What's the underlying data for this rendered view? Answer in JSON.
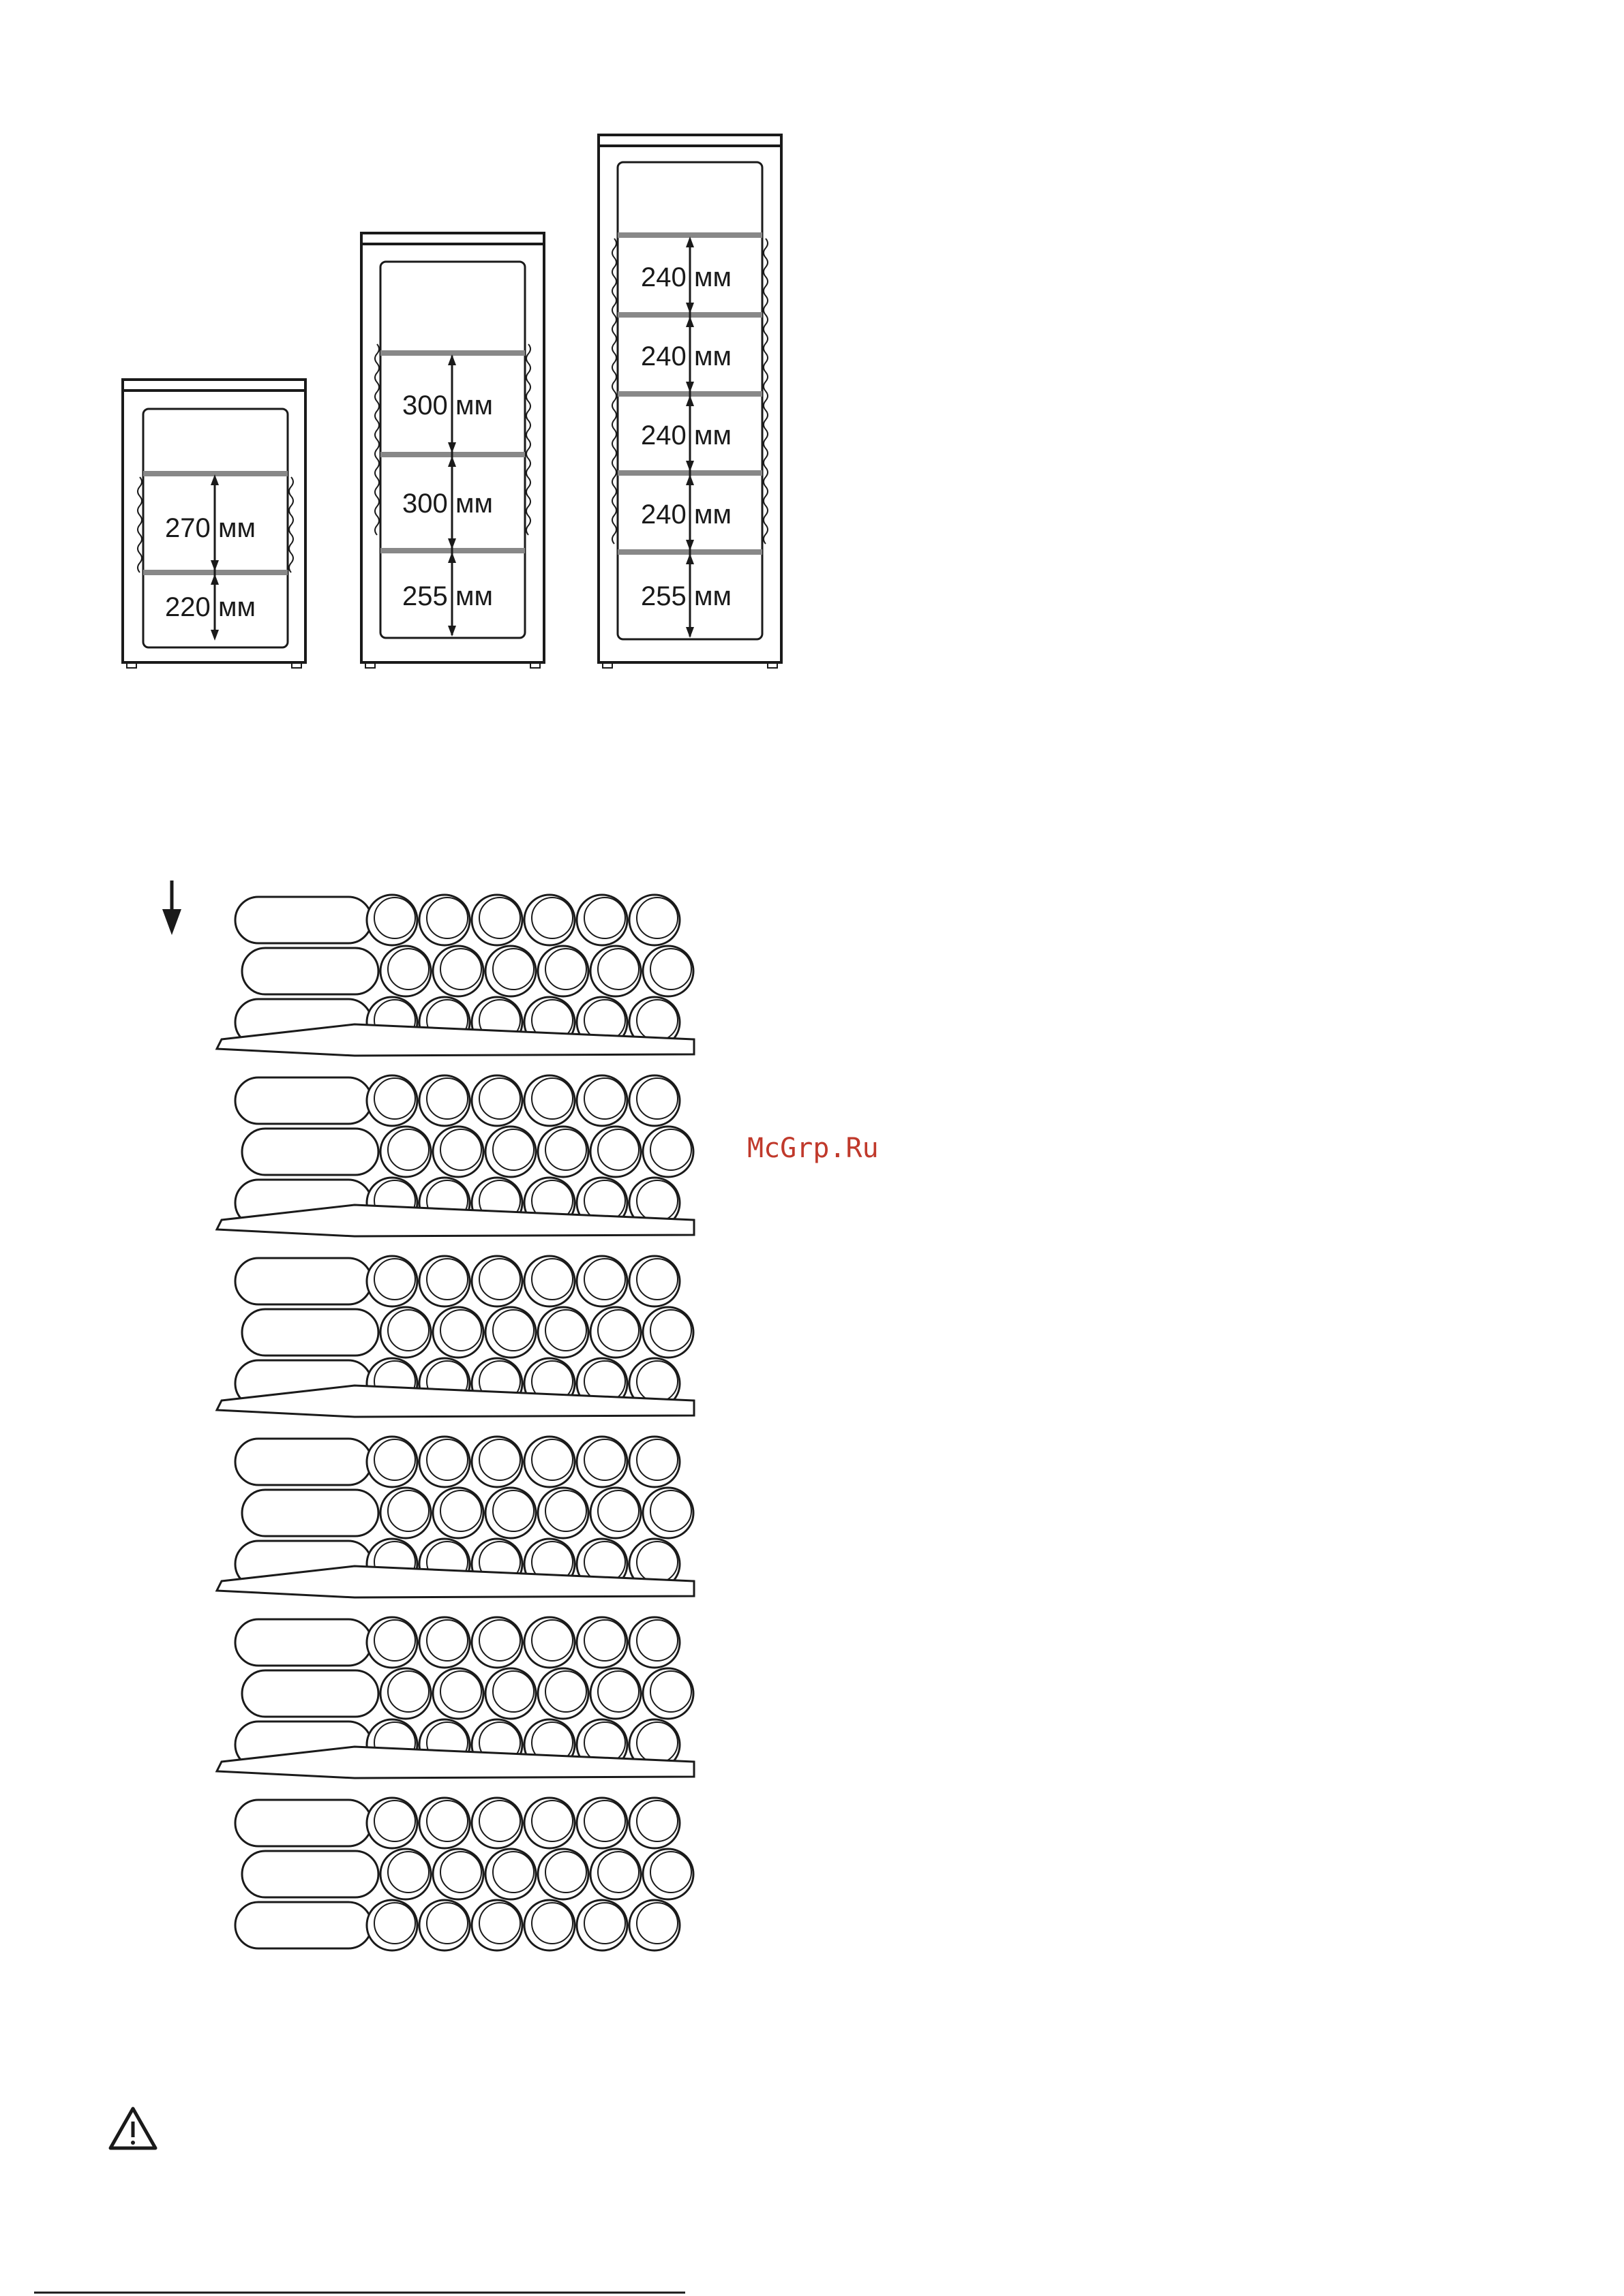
{
  "watermark": "McGrp.Ru",
  "cabinet_small": {
    "labels": [
      "270",
      "мм",
      "220",
      "мм"
    ]
  },
  "cabinet_medium": {
    "labels": [
      "300",
      "мм",
      "300",
      "мм",
      "255",
      "мм"
    ]
  },
  "cabinet_tall": {
    "labels": [
      "240",
      "мм",
      "240",
      "мм",
      "240",
      "мм",
      "240",
      "мм",
      "255",
      "мм"
    ]
  },
  "bottle_rack": {
    "shelves": 6,
    "bottles_per_row": 6,
    "rows_per_section": 3
  },
  "icons": {
    "arrow": "down-arrow-icon",
    "warning": "warning-triangle-icon"
  },
  "colors": {
    "line": "#1a1a1a",
    "watermark": "#c0392b",
    "paper": "#ffffff"
  }
}
